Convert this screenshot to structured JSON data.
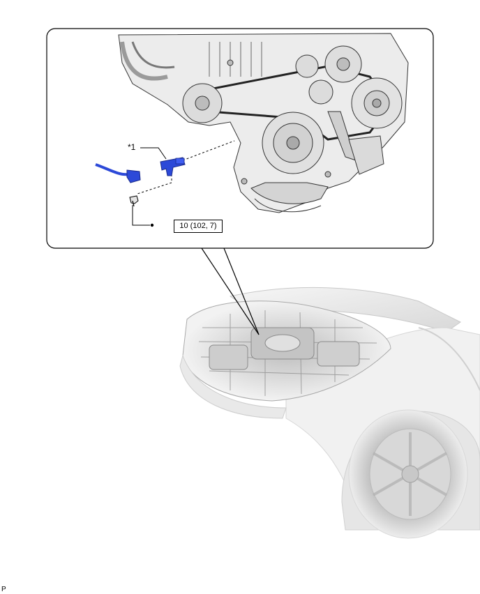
{
  "callout": {
    "part_number": "*1"
  },
  "torque": {
    "value": "10 (102, 7)"
  },
  "footer": {
    "code": "P"
  },
  "colors": {
    "sensor_blue": "#2c49d8",
    "outline": "#000000",
    "engine_gray": "#d9d9d9"
  }
}
